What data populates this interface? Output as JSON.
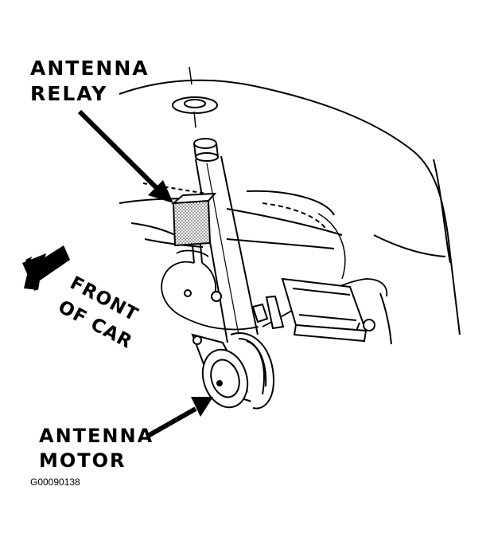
{
  "labels": {
    "relay_line1": "ANTENNA",
    "relay_line2": "RELAY",
    "motor_line1": "ANTENNA",
    "motor_line2": "MOTOR",
    "front_line1": "FRONT",
    "front_line2": "OF CAR"
  },
  "figure_id": "G00090138",
  "colors": {
    "ink": "#000000",
    "background": "#ffffff",
    "relay_fill": "#bdbdbd"
  }
}
